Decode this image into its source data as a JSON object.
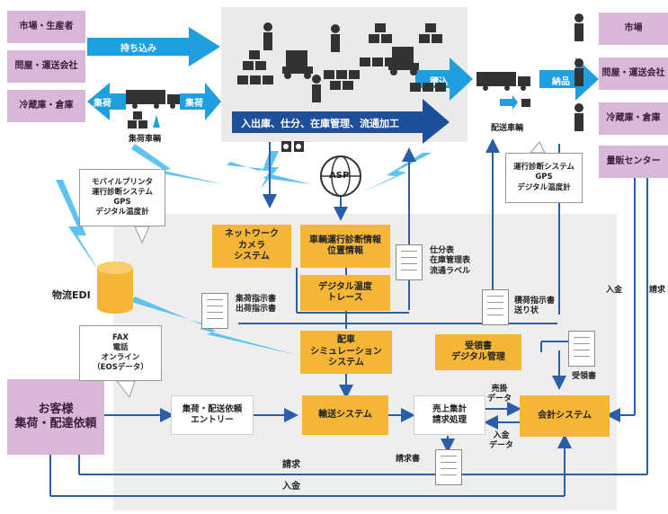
{
  "parties": {
    "market_producer": "市場・生産者",
    "wholesale_transport": "問屋・運送会社",
    "cold_storage": "冷蔵庫・倉庫",
    "market_right": "市場",
    "wholesale_transport_right": "問屋・運送会社",
    "cold_storage_right": "冷蔵庫・倉庫",
    "sales_center": "量販センター",
    "customer": "お客様\n集荷・配達依頼"
  },
  "flows": {
    "bring_in": "持ち込み",
    "pickup_left": "集荷",
    "pickup_right": "集荷",
    "warehouse_ops": "入出庫、仕分、在庫管理、流通加工",
    "loading": "積込",
    "delivery": "納品"
  },
  "vehicles": {
    "pickup_vehicle": "集荷車輌",
    "delivery_vehicle": "配送車輌"
  },
  "callouts": {
    "pickup_devices": "モバイルプリンタ\n運行診断システム\nGPS\nデジタル温度計",
    "delivery_devices": "運行診断システム\nGPS\nデジタル温度計",
    "order_channels": "FAX\n電話\nオンライン\n（EOSデータ）"
  },
  "asp": "ASP",
  "logistics_edi": "物流EDI",
  "systems": {
    "network_camera": "ネットワーク\nカメラ\nシステム",
    "vehicle_diag": "車輌運行診断情報\n位置情報",
    "digital_temp": "デジタル温度\nトレース",
    "dispatch_sim": "配車\nシミュレーション\nシステム",
    "receipt_mgmt": "受領書\nデジタル管理",
    "transport_system": "輸送システム",
    "accounting_system": "会計システム",
    "pickup_entry": "集荷・配送依頼\nエントリー",
    "sales_billing": "売上集計\n請求処理"
  },
  "documents": {
    "pickup_instructions": "集荷指示書\n出荷指示書",
    "sorting_docs": "仕分表\n在庫管理表\n流通ラベル",
    "loading_docs": "積荷指示書\n送り状",
    "receipt": "受領書",
    "invoice": "請求書"
  },
  "labels": {
    "receivable_data": "売掛\nデータ",
    "payment_data": "入金\nデータ",
    "billing": "請求",
    "payment": "入金",
    "payment_right": "入金",
    "billing_right": "請求"
  },
  "colors": {
    "flow_blue": "#1f9fe0",
    "dark_blue": "#1d4f9a",
    "system_orange": "#f5b536",
    "party_purple": "#d9b7d9",
    "line_blue": "#2a5ea8",
    "lightning": "#5fc3f0",
    "background_panel": "#eeeeee"
  }
}
